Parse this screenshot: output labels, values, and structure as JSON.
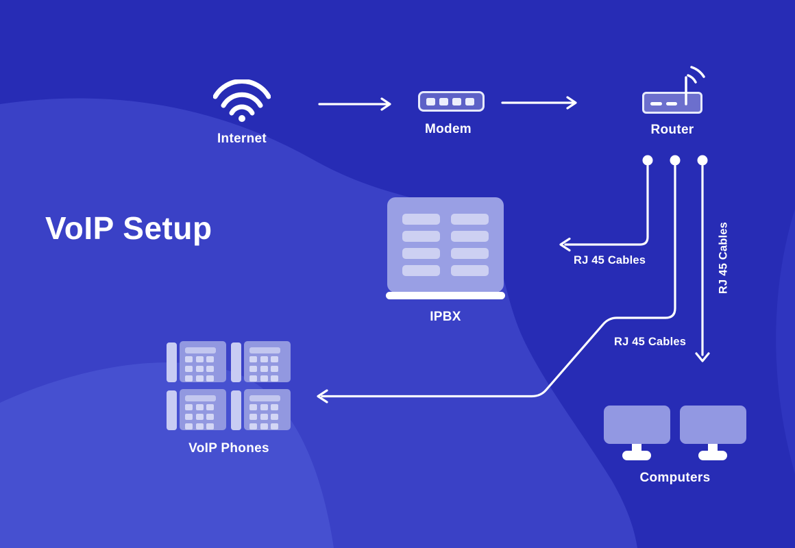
{
  "title": "VoIP Setup",
  "nodes": {
    "internet": {
      "label": "Internet",
      "icon": "wifi-icon"
    },
    "modem": {
      "label": "Modem",
      "icon": "modem-icon"
    },
    "router": {
      "label": "Router",
      "icon": "router-icon"
    },
    "ipbx": {
      "label": "IPBX",
      "icon": "server-icon"
    },
    "voip_phones": {
      "label": "VoIP Phones",
      "icon": "desk-phone-icon",
      "count": 4
    },
    "computers": {
      "label": "Computers",
      "icon": "monitor-icon",
      "count": 2
    }
  },
  "cables": {
    "router_to_ipbx": {
      "label": "RJ 45 Cables",
      "orientation": "horizontal"
    },
    "router_to_phones": {
      "label": "RJ 45 Cables",
      "orientation": "horizontal"
    },
    "router_to_computers": {
      "label": "RJ 45 Cables",
      "orientation": "vertical"
    }
  },
  "connections": [
    {
      "from": "Internet",
      "to": "Modem"
    },
    {
      "from": "Modem",
      "to": "Router"
    },
    {
      "from": "Router",
      "to": "IPBX",
      "label": "RJ 45 Cables"
    },
    {
      "from": "Router",
      "to": "VoIP Phones",
      "label": "RJ 45 Cables"
    },
    {
      "from": "Router",
      "to": "Computers",
      "label": "RJ 45 Cables"
    }
  ],
  "colors": {
    "background": "#272cb5",
    "wave_mid": "#3a41c6",
    "wave_light": "#4650d0",
    "line": "#ffffff",
    "icon_fill": "#999fe4",
    "icon_fill_light": "#cdd0f2"
  }
}
